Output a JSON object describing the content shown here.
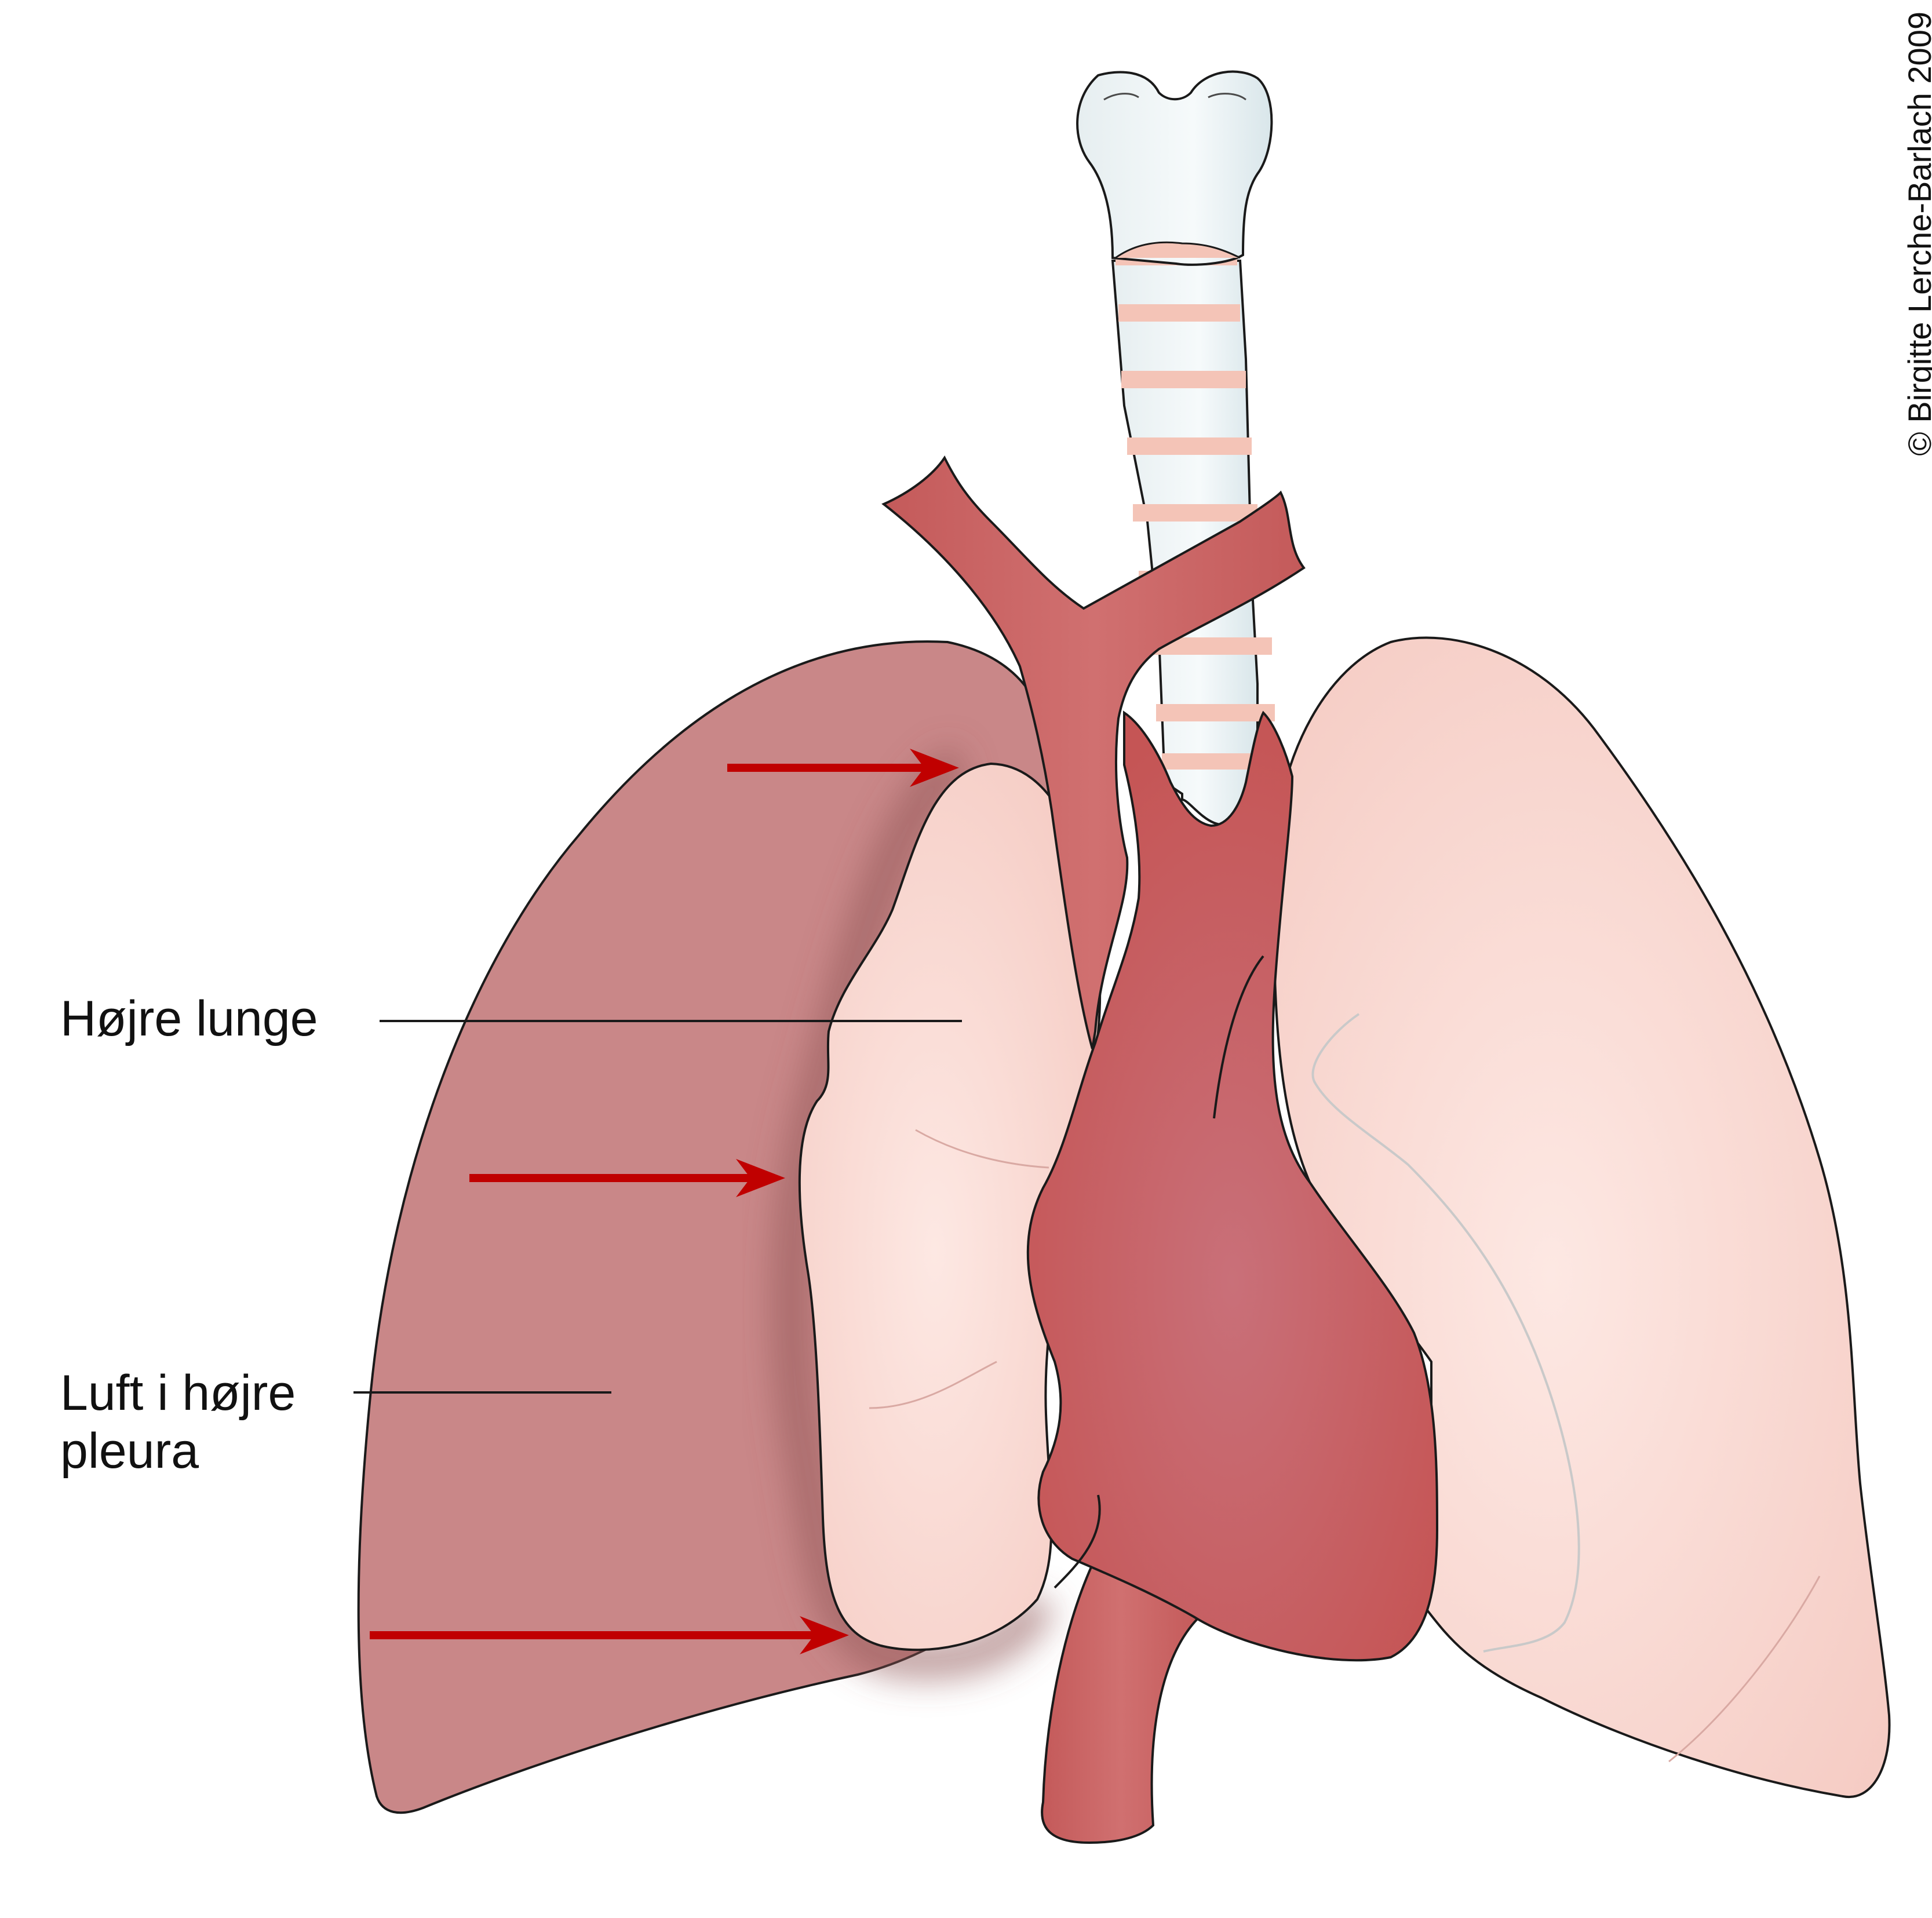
{
  "labels": {
    "right_lung": "Højre lunge",
    "air_line1": "Luft i højre",
    "air_line2": "pleura"
  },
  "copyright": "© Birgitte Lerche-Barlach 2009",
  "colors": {
    "air_pleura": "#c98788",
    "lung_pink": "#f7d3cc",
    "heart_red": "#c85b5b",
    "trachea_white": "#e4eef1",
    "trachea_ring": "#f4c4b7",
    "arrow_red": "#c00000"
  }
}
